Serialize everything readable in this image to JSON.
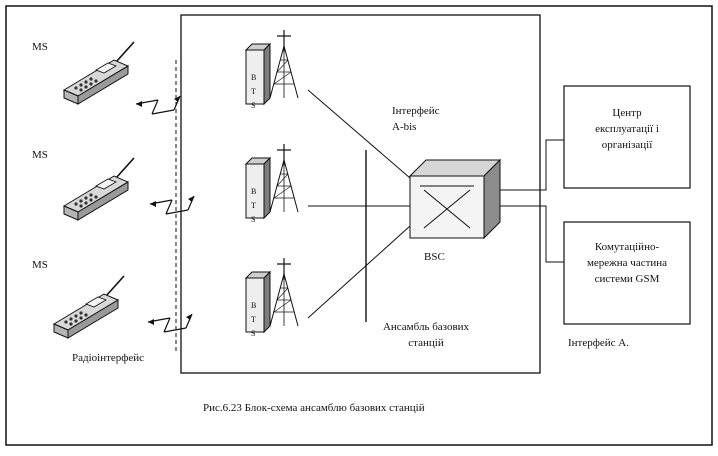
{
  "diagram": {
    "ms_labels": [
      "MS",
      "MS",
      "MS"
    ],
    "radio_interface": "Радіоінтерфейс",
    "bts_letters": [
      "B",
      "T",
      "S"
    ],
    "interface_abis": [
      "Інтерфейс",
      "A-bis"
    ],
    "bsc": "BSC",
    "ensemble": [
      "Ансамбль базових",
      "станцій"
    ],
    "omc": [
      "Центр",
      "експлуатації і",
      "організації"
    ],
    "gsm_switch": [
      "Комутаційно-",
      "мережна частина",
      "системи GSM"
    ],
    "interface_a": "Інтерфейс А.",
    "caption": "Рис.6.23  Блок-схема ансамблю базових станцій"
  },
  "colors": {
    "line": "#111111",
    "device_fill": "#e6e6e6",
    "device_shadow": "#8a8a8a",
    "background": "#ffffff"
  }
}
